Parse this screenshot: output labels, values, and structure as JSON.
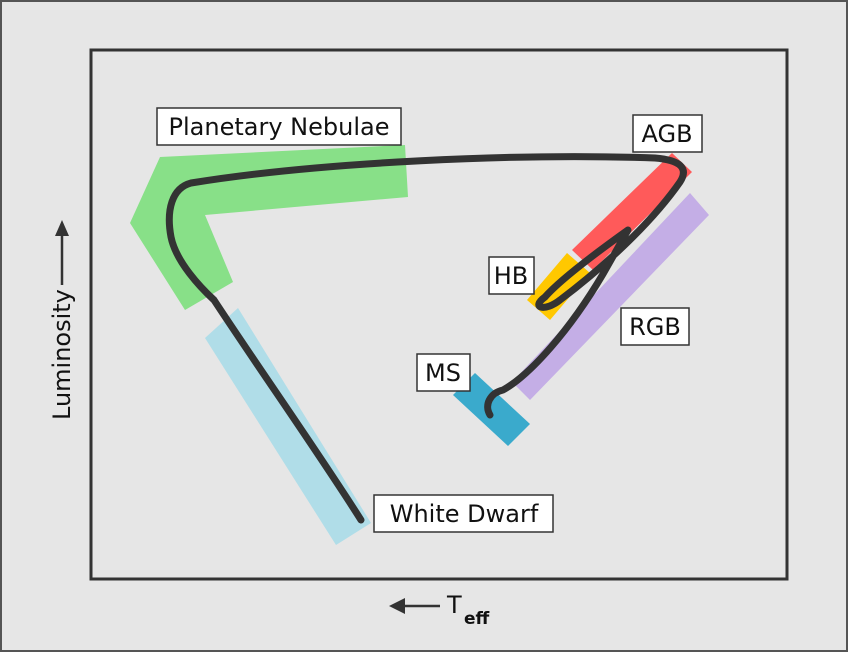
{
  "axes": {
    "y_label": "Luminosity",
    "x_label_main": "T",
    "x_label_sub": "eff"
  },
  "regions": {
    "planetary_nebulae": {
      "label": "Planetary Nebulae",
      "color": "#88e088"
    },
    "white_dwarf": {
      "label": "White Dwarf",
      "color": "#b0dde8"
    },
    "agb": {
      "label": "AGB",
      "color": "#ff5a5a"
    },
    "hb": {
      "label": "HB",
      "color": "#ffc800"
    },
    "rgb": {
      "label": "RGB",
      "color": "#c4aee6"
    },
    "ms": {
      "label": "MS",
      "color": "#3aaacc"
    }
  },
  "colors": {
    "background": "#e6e6e6",
    "frame": "#333333",
    "track": "#333333"
  }
}
